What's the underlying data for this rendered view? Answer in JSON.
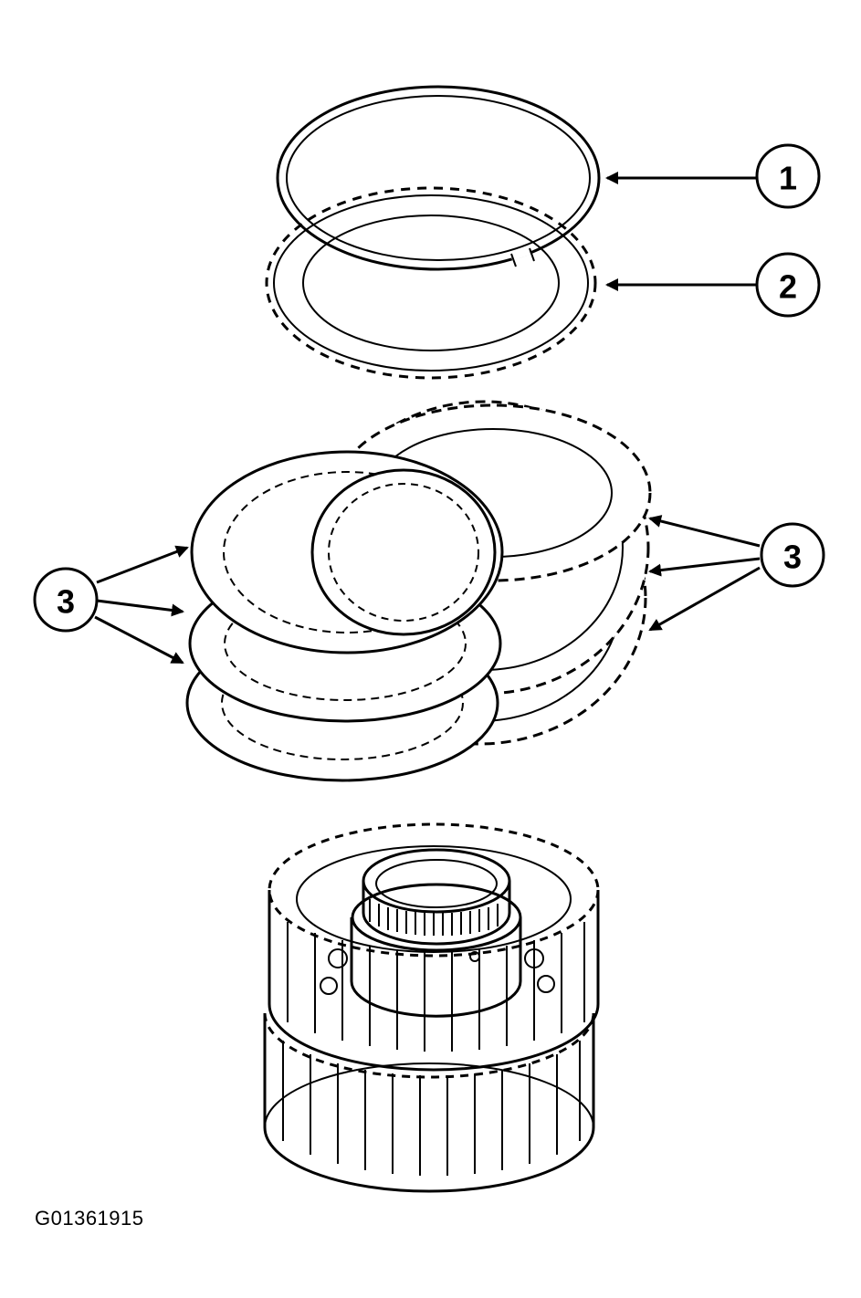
{
  "callouts": {
    "item1": "1",
    "item2": "2",
    "item3_right": "3",
    "item3_left": "3"
  },
  "figure_id": "G01361915"
}
